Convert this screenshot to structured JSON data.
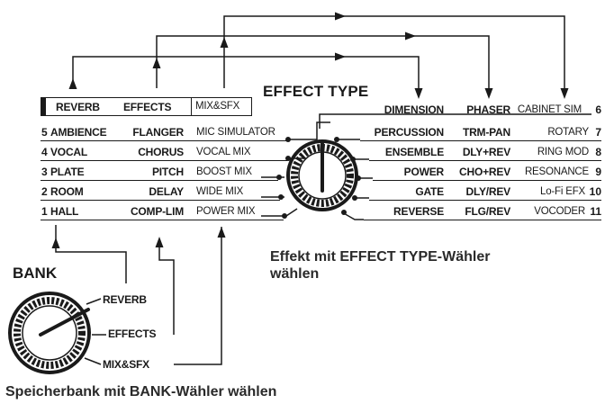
{
  "header": {
    "effect_type": "EFFECT TYPE",
    "bank": "BANK"
  },
  "mode_box": {
    "reverb": "REVERB",
    "effects": "EFFECTS",
    "mix_sfx": "MIX&SFX"
  },
  "left_rows": [
    {
      "num": "5",
      "reverb": "AMBIENCE",
      "effects": "FLANGER",
      "mix": "MIC SIMULATOR"
    },
    {
      "num": "4",
      "reverb": "VOCAL",
      "effects": "CHORUS",
      "mix": "VOCAL MIX"
    },
    {
      "num": "3",
      "reverb": "PLATE",
      "effects": "PITCH",
      "mix": "BOOST MIX"
    },
    {
      "num": "2",
      "reverb": "ROOM",
      "effects": "DELAY",
      "mix": "WIDE MIX"
    },
    {
      "num": "1",
      "reverb": "HALL",
      "effects": "COMP-LIM",
      "mix": "POWER MIX"
    }
  ],
  "right_rows": [
    {
      "num": "6",
      "reverb": "DIMENSION",
      "effects": "PHASER",
      "mix": "CABINET SIM"
    },
    {
      "num": "7",
      "reverb": "PERCUSSION",
      "effects": "TRM-PAN",
      "mix": "ROTARY"
    },
    {
      "num": "8",
      "reverb": "ENSEMBLE",
      "effects": "DLY+REV",
      "mix": "RING MOD"
    },
    {
      "num": "9",
      "reverb": "POWER",
      "effects": "CHO+REV",
      "mix": "RESONANCE"
    },
    {
      "num": "10",
      "reverb": "GATE",
      "effects": "DLY/REV",
      "mix": "Lo-Fi EFX"
    },
    {
      "num": "11",
      "reverb": "REVERSE",
      "effects": "FLG/REV",
      "mix": "VOCODER"
    }
  ],
  "bank_labels": {
    "reverb": "REVERB",
    "effects": "EFFECTS",
    "mix_sfx": "MIX&SFX"
  },
  "captions": {
    "effect_line1": "Effekt mit EFFECT TYPE-Wähler",
    "effect_line2": "wählen",
    "bank": "Speicherbank mit BANK-Wähler wählen"
  },
  "colors": {
    "ink": "#1a1a1a",
    "caption": "#2a2a2a",
    "background": "#ffffff"
  }
}
